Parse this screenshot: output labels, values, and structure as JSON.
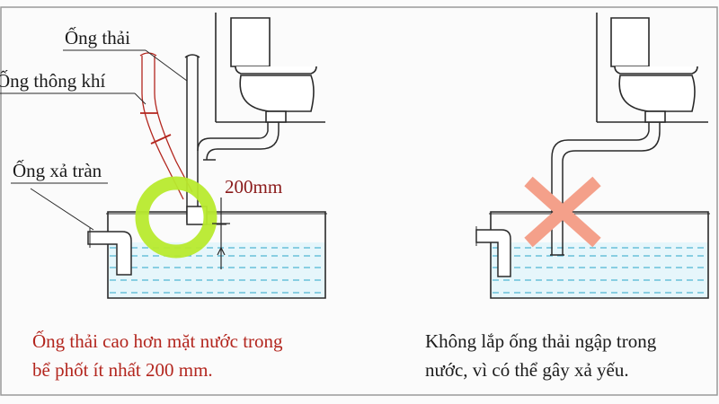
{
  "labels": {
    "drain_pipe": "Ống thải",
    "vent_pipe": "Ống thông khí",
    "overflow_pipe": "Ống xả tràn",
    "dimension": "200mm"
  },
  "captions": {
    "left_line1": "Ống thải cao hơn mặt nước trong",
    "left_line2": "bể phốt ít nhất 200 mm.",
    "right_line1": "Không lắp ống thải ngập trong",
    "right_line2": "nước, vì có thể gây xả yếu."
  },
  "colors": {
    "line": "#2a2a2a",
    "water": "#e6f6fb",
    "water_dash": "#4fb6d3",
    "vent": "#b3261e",
    "highlight_ring": "#b8ea2e",
    "cross": "#f4a08a",
    "caption_red": "#b3261e"
  }
}
